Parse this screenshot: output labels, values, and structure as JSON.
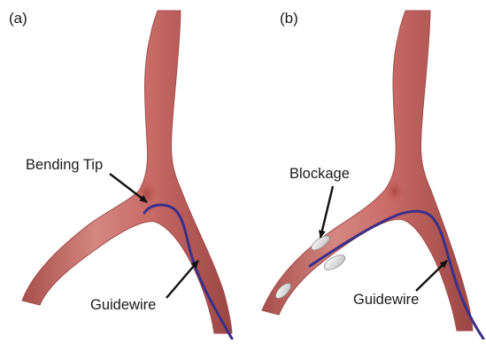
{
  "panels": [
    {
      "label": "(a)",
      "annotations": {
        "tip": "Bending Tip",
        "wire": "Guidewire"
      }
    },
    {
      "label": "(b)",
      "annotations": {
        "blockage": "Blockage",
        "wire": "Guidewire"
      }
    }
  ],
  "colors": {
    "vessel": "#c86a67",
    "vessel_dark": "#9f4a48",
    "vessel_light": "#dc8f8a",
    "guidewire": "#3b2f8a",
    "plaque": "#e9e9e9",
    "arrow": "#111111"
  }
}
